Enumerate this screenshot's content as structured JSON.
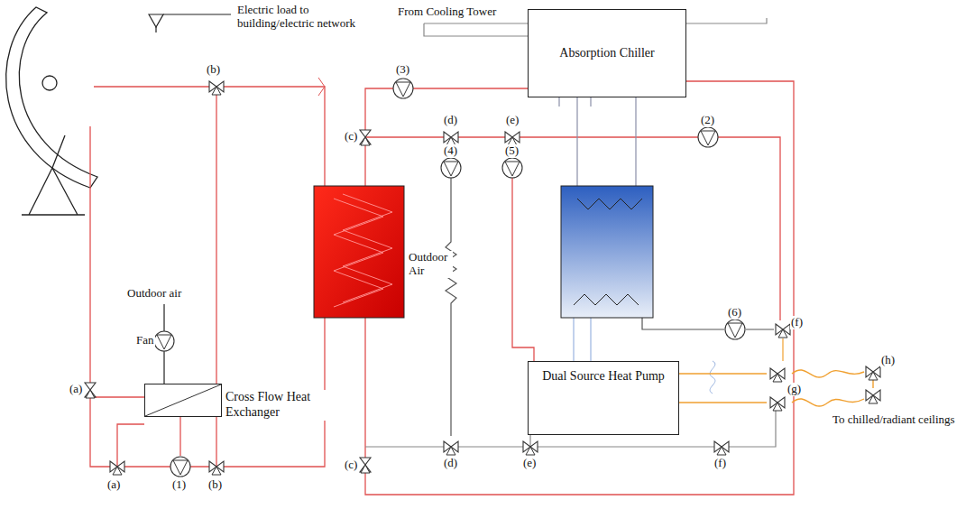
{
  "diagram": {
    "nodes": [
      {
        "text": [
          "Absorption Chiller"
        ]
      },
      {
        "text": [
          "Cross Flow Heat Exchanger"
        ]
      },
      {
        "text": [
          "Dual Source Heat Pump"
        ]
      }
    ],
    "labels": [
      "Electric load to building/electric network",
      "From Cooling Tower",
      "(b)",
      "(3)",
      "(c)",
      "(d)",
      "(e)",
      "(2)",
      "(4)",
      "(5)",
      "Outdoor Air",
      "(6)",
      "(f)",
      "(g)",
      "(h)",
      "To chilled/radiant ceilings",
      "Outdoor air",
      "Fan",
      "(a)",
      "(a)",
      "(1)",
      "(b)",
      "(c)",
      "(d)",
      "(e)",
      "(f)"
    ]
  }
}
